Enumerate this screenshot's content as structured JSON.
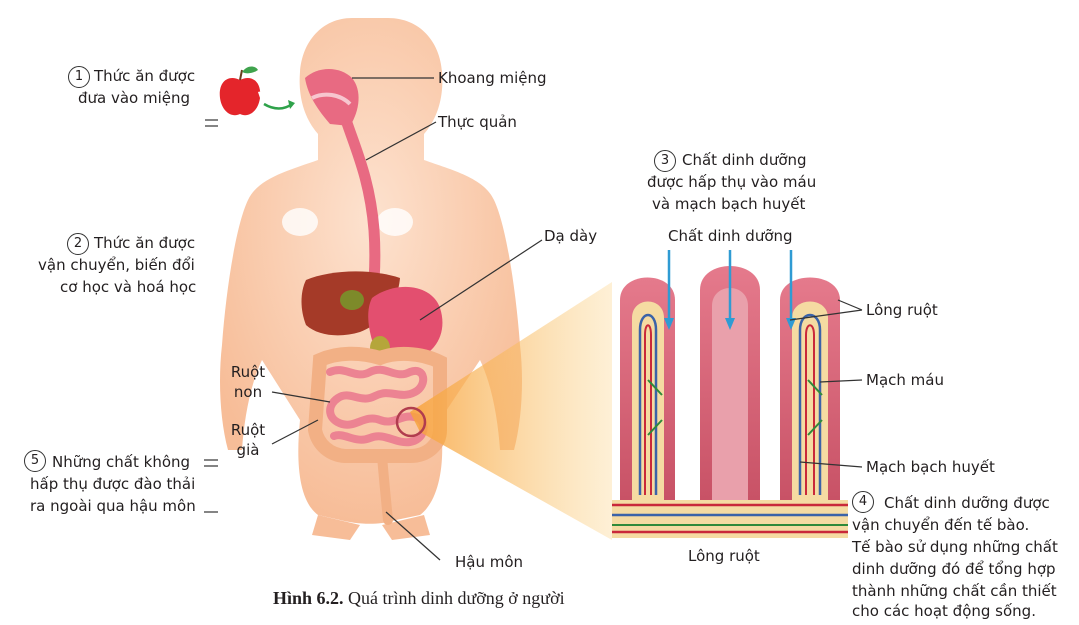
{
  "steps": [
    {
      "number": "1",
      "line1": "Thức ăn được",
      "line2": "đưa vào miệng"
    },
    {
      "number": "2",
      "line1": "Thức ăn được",
      "line2": "vận chuyển, biến đổi",
      "line3": "cơ học và hoá học"
    },
    {
      "number": "3",
      "line1": "Chất dinh dưỡng",
      "line2": "được hấp thụ vào máu",
      "line3": "và mạch bạch huyết"
    },
    {
      "number": "4",
      "line1": "Chất dinh dưỡng được",
      "line2": "vận chuyển đến tế bào.",
      "line3": "Tế bào sử dụng những chất",
      "line4": "dinh dưỡng đó để tổng hợp",
      "line5": "thành những chất cần thiết",
      "line6": "cho các hoạt động sống."
    },
    {
      "number": "5",
      "line1": "Những chất không",
      "line2": "hấp thụ được đào thải",
      "line3": "ra ngoài qua hậu môn"
    }
  ],
  "labels": {
    "mouth": "Khoang miệng",
    "esophagus": "Thực quản",
    "stomach": "Dạ dày",
    "small_intestine_1": "Ruột",
    "small_intestine_2": "non",
    "large_intestine_1": "Ruột",
    "large_intestine_2": "già",
    "anus": "Hậu môn",
    "nutrients": "Chất dinh dưỡng",
    "villi": "Lông ruột",
    "blood_vessel": "Mạch máu",
    "lymph_vessel": "Mạch bạch huyết",
    "villi_bottom": "Lông ruột"
  },
  "caption": {
    "figure": "Hình 6.2.",
    "text": "Quá trình dinh dưỡng ở người"
  },
  "colors": {
    "skin": "#f9c7a6",
    "liver": "#a53a28",
    "stomach": "#e34f6f",
    "intestine": "#ec8392",
    "large_intestine": "#f2b085",
    "villi": "#d86a7c",
    "blood": "#c9283a",
    "lymph": "#3b63a8",
    "nutrient_arrow": "#2f9bd3",
    "apple": "#e4252b"
  }
}
